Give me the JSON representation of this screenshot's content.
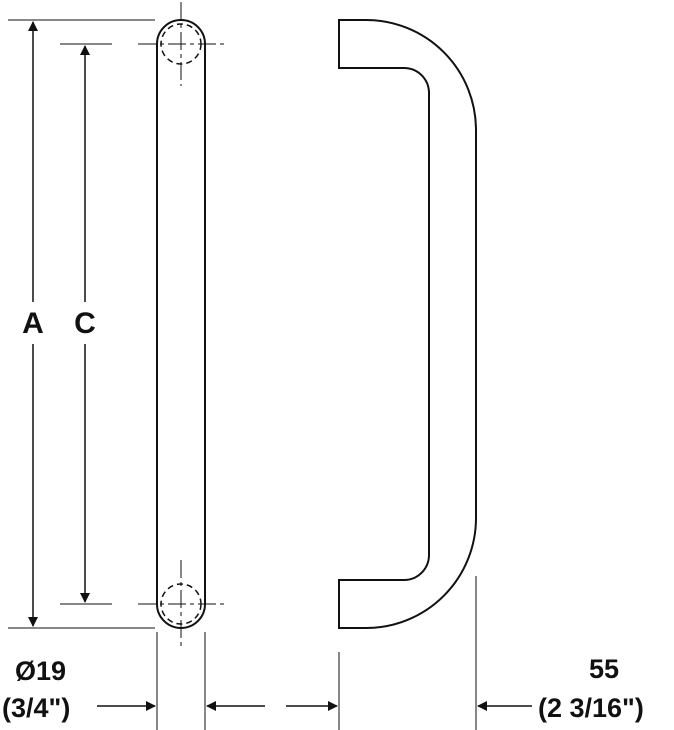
{
  "labels": {
    "overall_length": "A",
    "centres": "C",
    "diameter_mm": "Ø19",
    "diameter_in": "(3/4\")",
    "projection_mm": "55",
    "projection_in": "(2 3/16\")"
  },
  "colors": {
    "line": "#111111",
    "background": "#ffffff"
  }
}
